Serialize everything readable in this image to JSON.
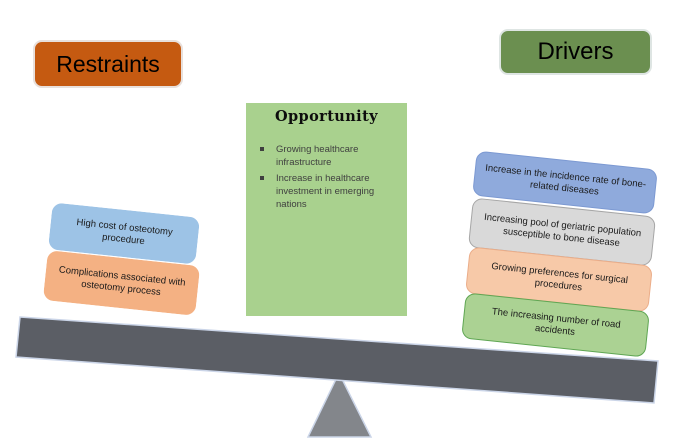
{
  "headers": {
    "restraints": {
      "label": "Restraints",
      "bg": "#C55A11"
    },
    "drivers": {
      "label": "Drivers",
      "bg": "#6B8F50"
    }
  },
  "opportunity": {
    "title": "Opportunity",
    "bg": "#A9D18E",
    "bullets": [
      "Growing healthcare infrastructure",
      "Increase in healthcare investment in emerging nations"
    ]
  },
  "restraints": {
    "items": [
      {
        "text": "High cost of osteotomy procedure",
        "bg": "#9DC3E6"
      },
      {
        "text": "Complications associated with osteotomy process",
        "bg": "#F4B183"
      }
    ]
  },
  "drivers": {
    "items": [
      {
        "text": "Increase in the incidence rate of bone-related diseases",
        "bg": "#8FAADC",
        "border": "#7C99D2"
      },
      {
        "text": "Increasing pool of geriatric population susceptible to bone disease",
        "bg": "#D9D9D9",
        "border": "#A6A6A6"
      },
      {
        "text": "Growing preferences for surgical procedures",
        "bg": "#F7C9A8",
        "border": "#EBAD89"
      },
      {
        "text": "The increasing number of road accidents",
        "bg": "#ABD293",
        "border": "#5FA653"
      }
    ]
  },
  "seesaw": {
    "beam_color": "#5B5E65",
    "fulcrum_color": "#83868B",
    "outline_color": "#CBD5E8"
  }
}
